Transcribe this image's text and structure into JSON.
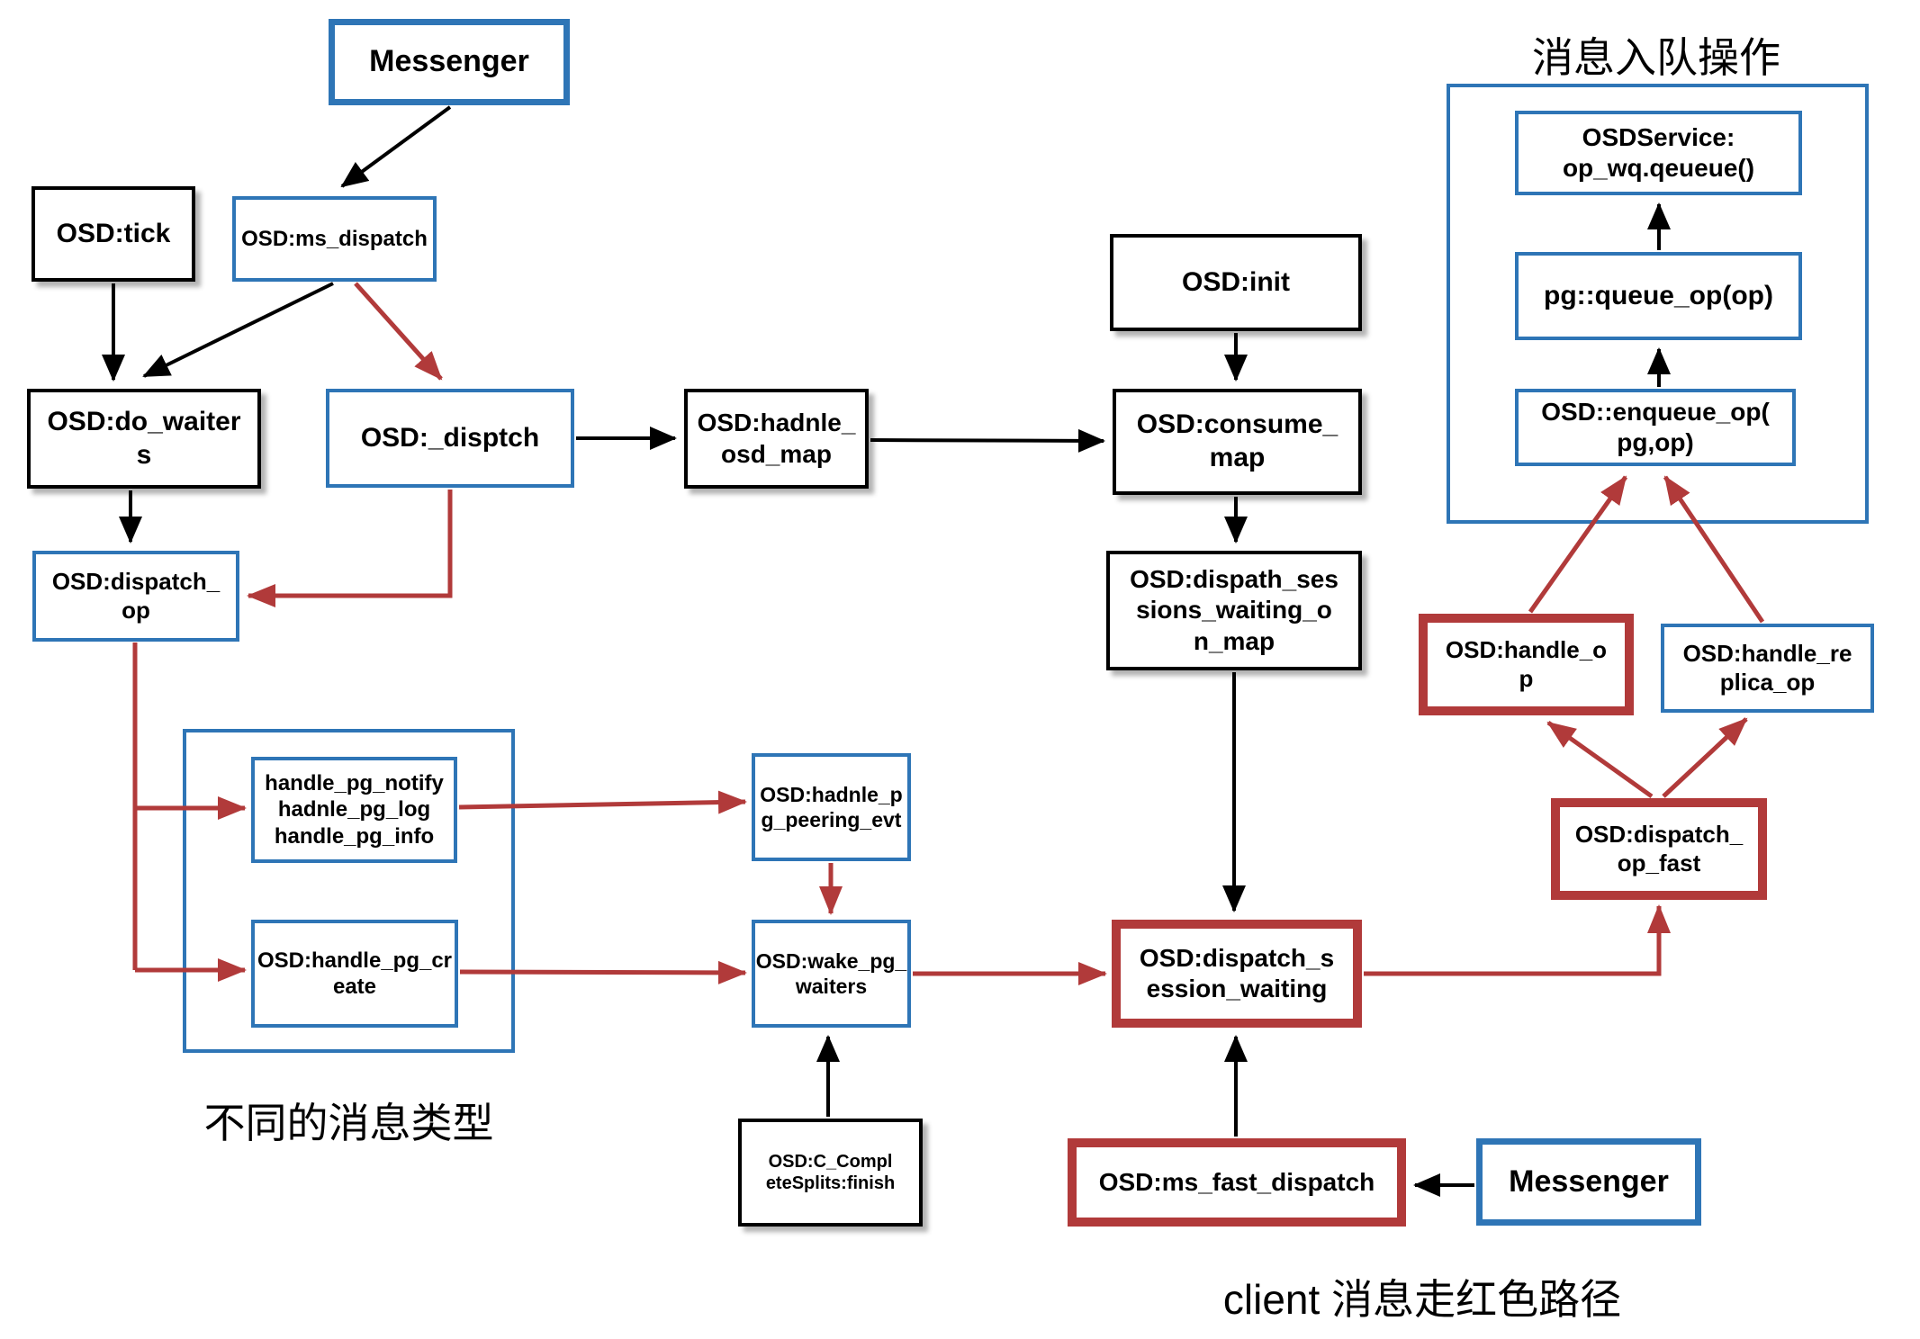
{
  "colors": {
    "node_blue": "#2e75b6",
    "node_red": "#b13a3a",
    "arrow_black": "#000000",
    "background": "#ffffff"
  },
  "annotations": {
    "enqueue_cluster_title": "消息入队操作",
    "message_types_label": "不同的消息类型",
    "client_path_note": "client 消息走红色路径"
  },
  "nodes": {
    "messenger_top": {
      "label": "Messenger"
    },
    "osd_tick": {
      "label": "OSD:tick"
    },
    "osd_ms_dispatch": {
      "label": "OSD:ms_dispatch"
    },
    "osd_do_waiters": {
      "label": "OSD:do_waiter\ns"
    },
    "osd_disptch": {
      "label": "OSD:_disptch"
    },
    "osd_hadnle_osd_map": {
      "label": "OSD:hadnle_\nosd_map"
    },
    "osd_init": {
      "label": "OSD:init"
    },
    "osd_consume_map": {
      "label": "OSD:consume_\nmap"
    },
    "osd_dispath_sessions_waiting_on_map": {
      "label": "OSD:dispath_ses\nsions_waiting_o\nn_map"
    },
    "osd_dispatch_op": {
      "label": "OSD:dispatch_\nop"
    },
    "pg_msg_handlers": {
      "label": "handle_pg_notify\nhadnle_pg_log\nhandle_pg_info"
    },
    "osd_handle_pg_create": {
      "label": "OSD:handle_pg_cr\neate"
    },
    "osd_hadnle_pg_peering_evt": {
      "label": "OSD:hadnle_p\ng_peering_evt"
    },
    "osd_wake_pg_waiters": {
      "label": "OSD:wake_pg_\nwaiters"
    },
    "osd_dispatch_session_waiting": {
      "label": "OSD:dispatch_s\nession_waiting"
    },
    "osd_c_completesplits_finish": {
      "label": "OSD:C_Compl\neteSplits:finish"
    },
    "osd_ms_fast_dispatch": {
      "label": "OSD:ms_fast_dispatch"
    },
    "messenger_bottom": {
      "label": "Messenger"
    },
    "osdservice_op_wq_qeueue": {
      "label": "OSDService:\nop_wq.qeueue()"
    },
    "pg_queue_op": {
      "label": "pg::queue_op(op)"
    },
    "osd_enqueue_op": {
      "label": "OSD::enqueue_op(\npg,op)"
    },
    "osd_handle_op": {
      "label": "OSD:handle_o\np"
    },
    "osd_handle_replica_op": {
      "label": "OSD:handle_re\nplica_op"
    },
    "osd_dispatch_op_fast": {
      "label": "OSD:dispatch_\nop_fast"
    }
  }
}
